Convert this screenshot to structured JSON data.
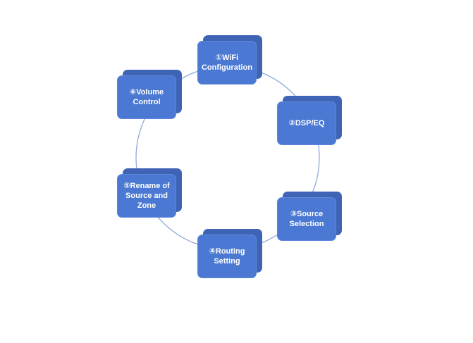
{
  "diagram": {
    "colors": {
      "face": "#4a78d2",
      "depth": "#3f63b5",
      "ring": "#8faadc",
      "text": "#ffffff"
    },
    "steps": [
      {
        "id": "wifi",
        "label": "①WiFi Configuration"
      },
      {
        "id": "dsp",
        "label": "②DSP/EQ"
      },
      {
        "id": "source",
        "label": "③Source Selection"
      },
      {
        "id": "routing",
        "label": "④Routing Setting"
      },
      {
        "id": "rename",
        "label": "⑤Rename of Source and Zone"
      },
      {
        "id": "volume",
        "label": "⑥Volume Control"
      }
    ]
  }
}
